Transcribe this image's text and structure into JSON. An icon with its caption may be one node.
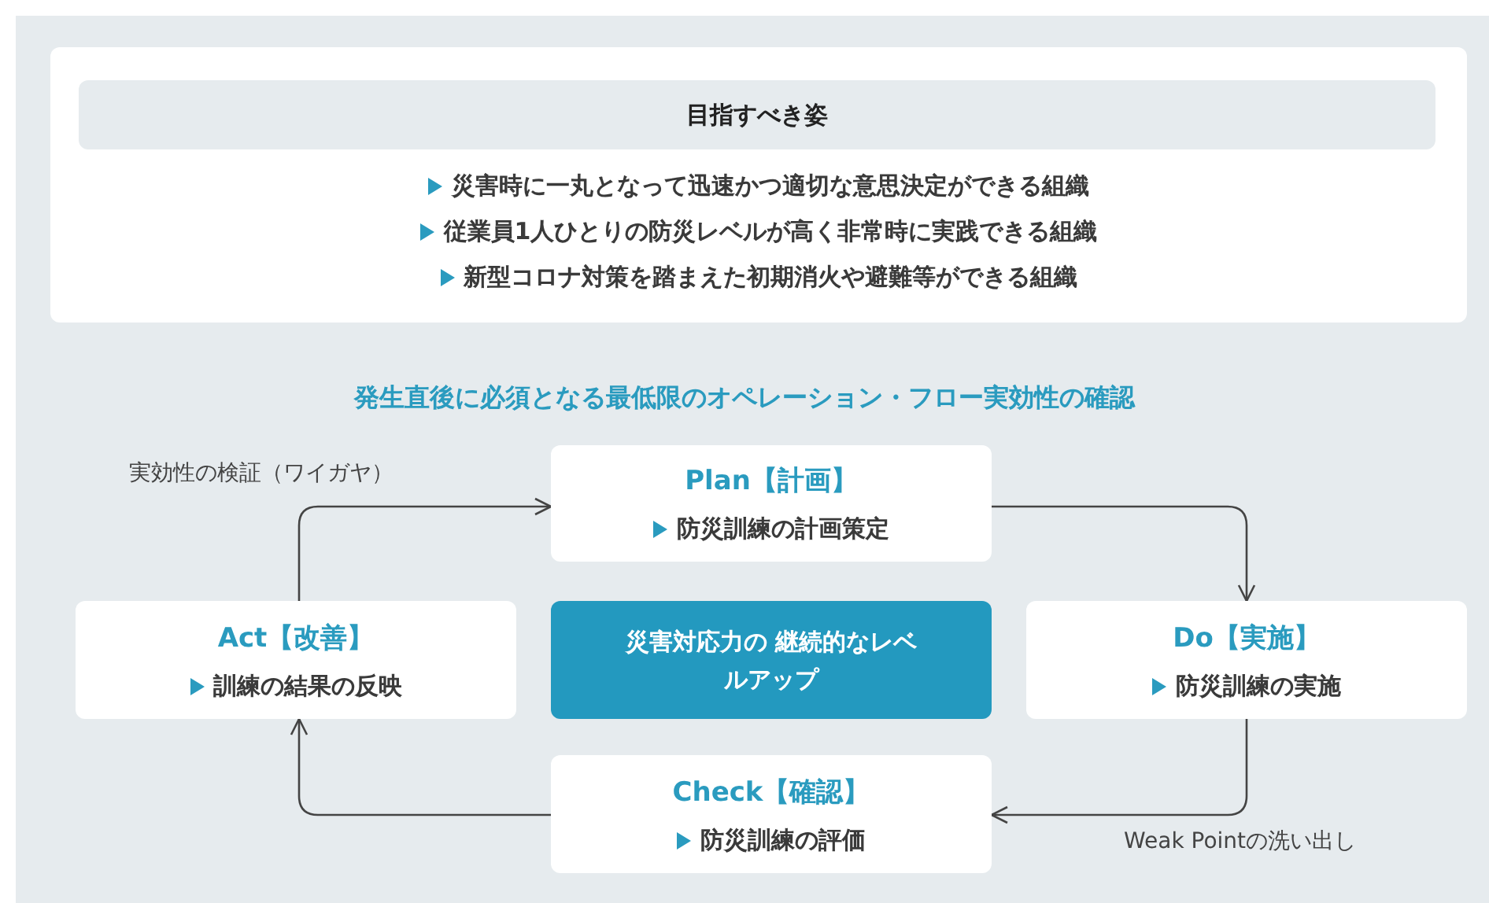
{
  "diagram": {
    "title": "発生直後に必須となる最低限のオペレーション・フロー実効性の確認",
    "nodes": [
      {
        "text": [
          "災害時に一丸となって迅速かつ適切な意思決定ができる組織",
          "従業員1人ひとりの防災レベルが高く非常時に実践できる組織",
          "新型コロナ対策を踏まえた初期消火や避難等ができる組織"
        ]
      },
      {
        "text": [
          "目指すべき姿"
        ],
        "in": 0
      },
      {
        "text": [
          "Plan【計画】",
          "防災訓練の計画策定"
        ]
      },
      {
        "text": [
          "Act【改善】",
          "訓練の結果の反映"
        ]
      },
      {
        "text": [
          "災害対応力の 継続的なレベルアップ"
        ]
      },
      {
        "text": [
          "Do【実施】",
          "防災訓練の実施"
        ]
      },
      {
        "text": [
          "Check【確認】",
          "防災訓練の評価"
        ]
      }
    ],
    "edges": [
      {
        "from": 3,
        "to": 2,
        "arrow": "to",
        "label": "実効性の検証（ワイガヤ）"
      },
      {
        "from": 2,
        "to": 5,
        "arrow": "to"
      },
      {
        "from": 5,
        "to": 6,
        "arrow": "to",
        "label": "Weak Pointの洗い出し"
      },
      {
        "from": 6,
        "to": 3,
        "arrow": "to"
      }
    ]
  }
}
